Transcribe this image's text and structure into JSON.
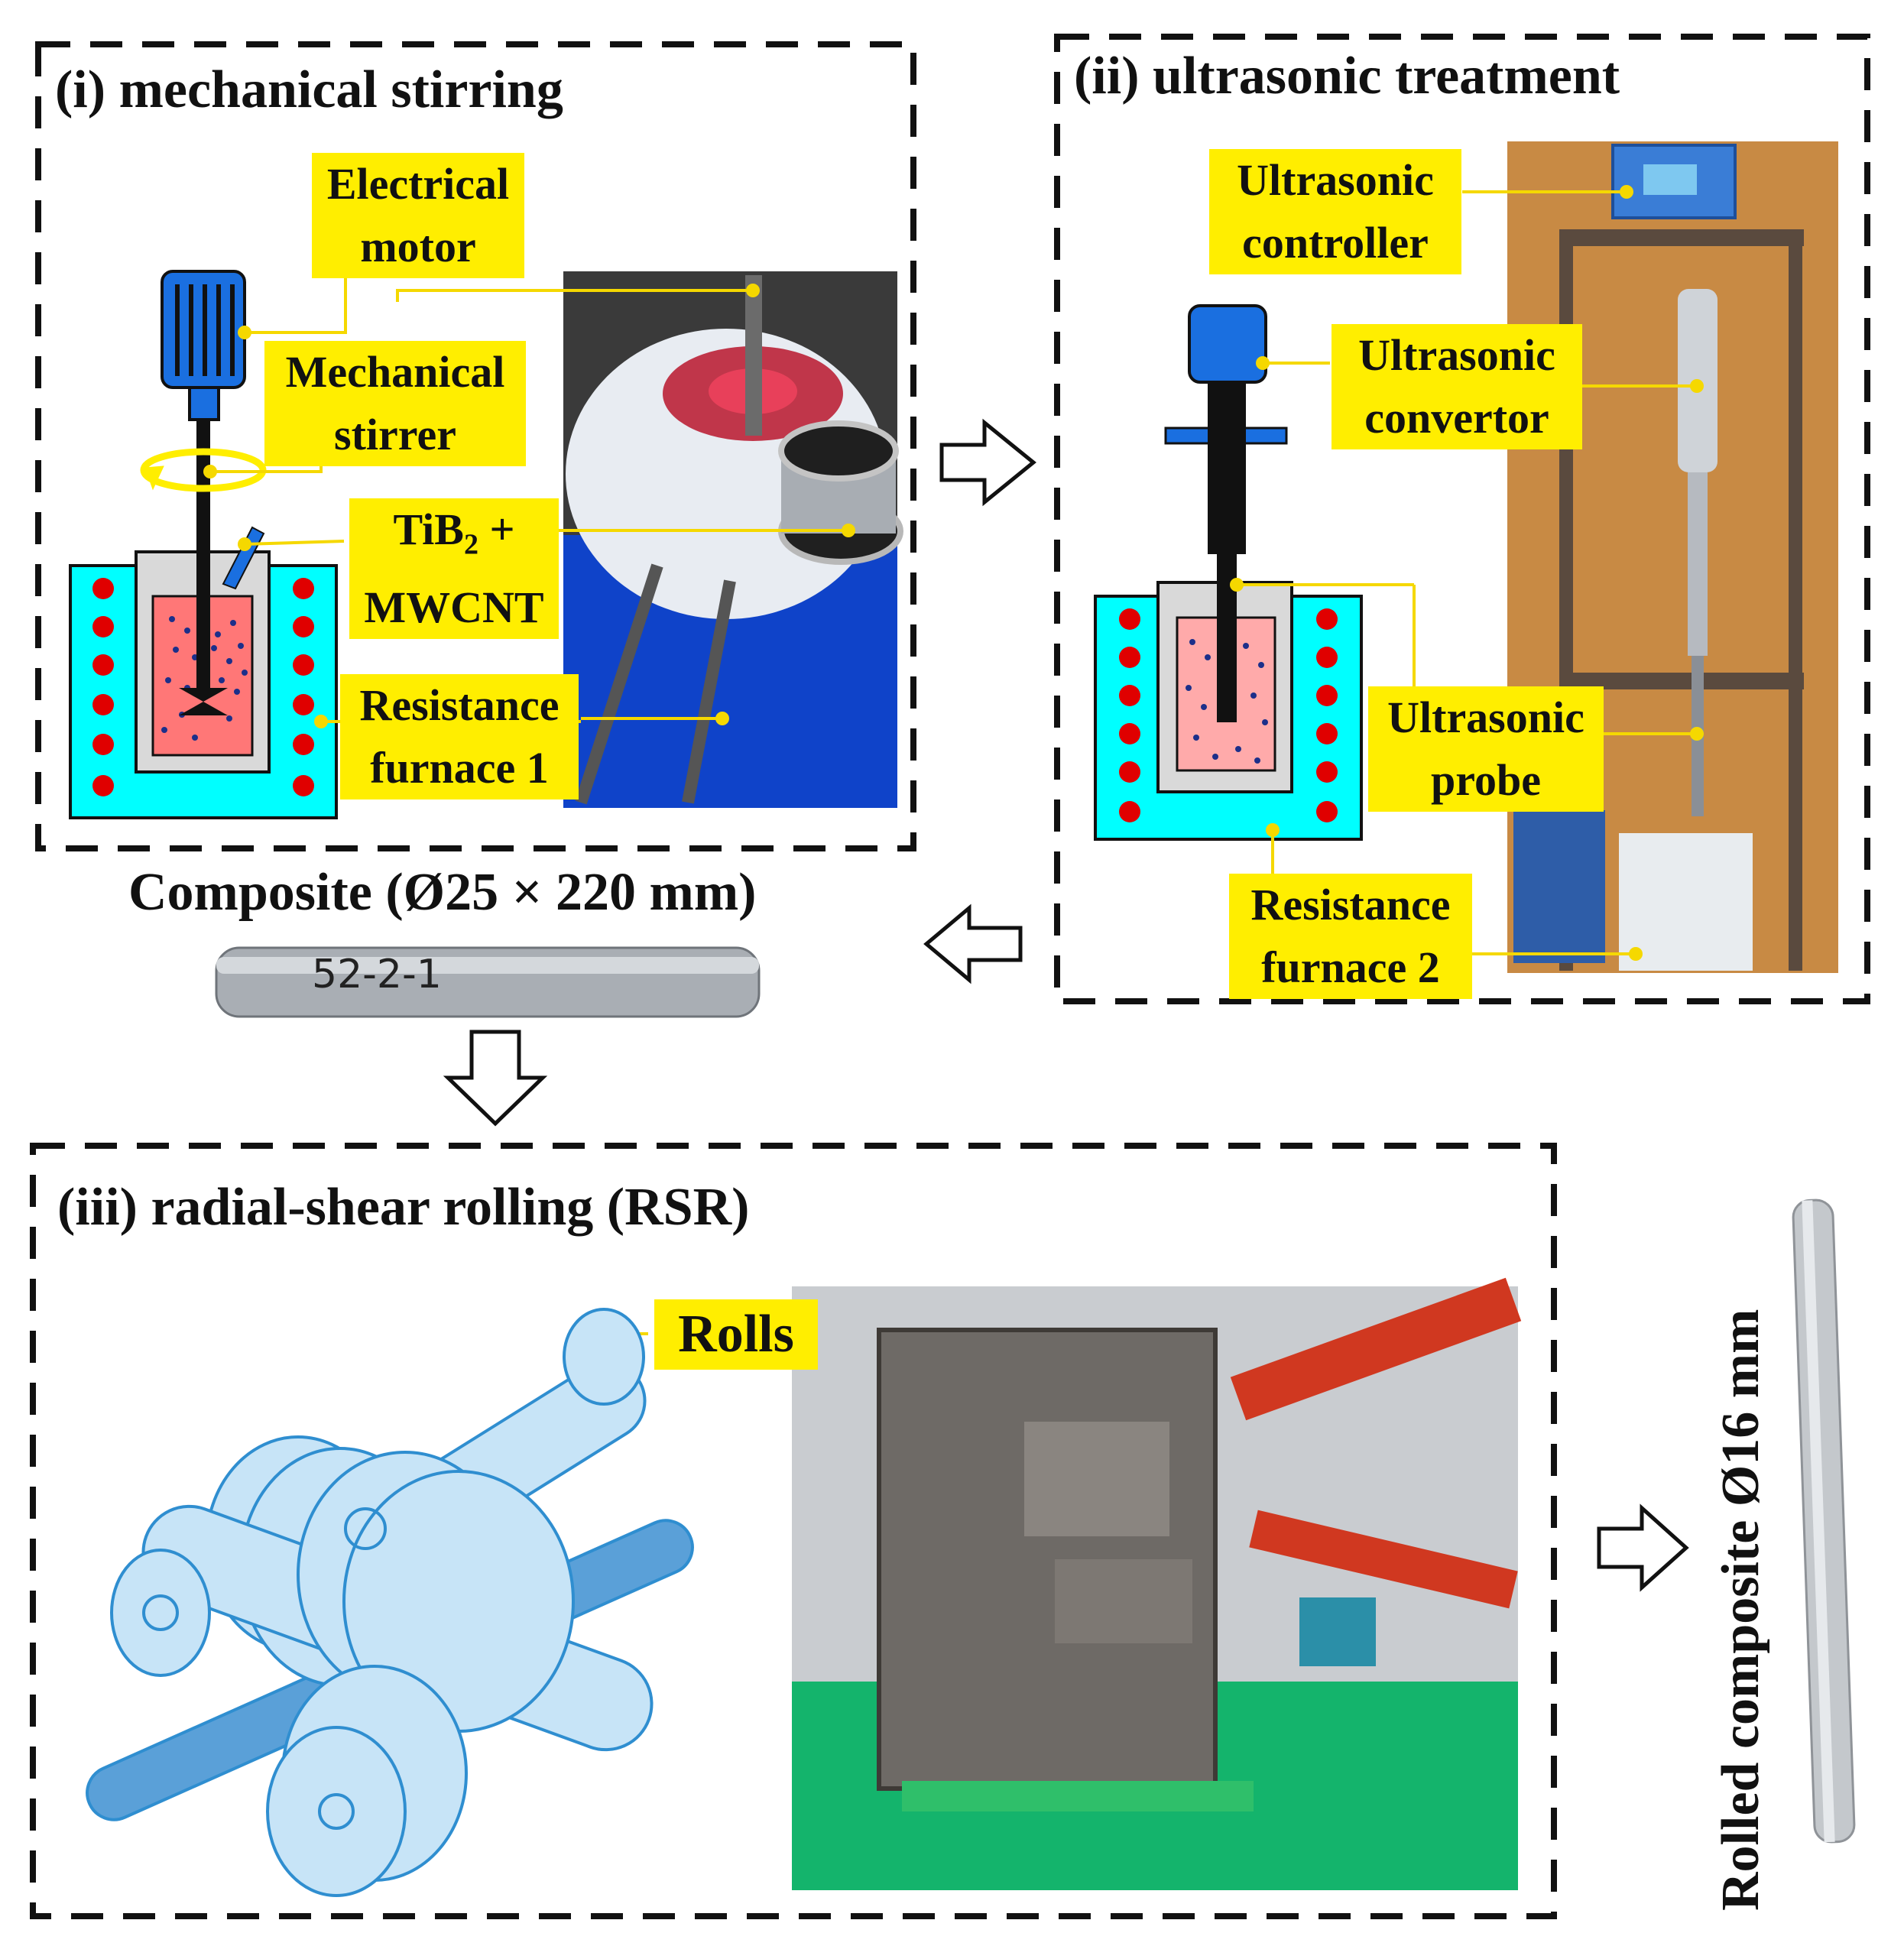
{
  "sections": {
    "stirring": {
      "title": "(i) mechanical stirring"
    },
    "ultrasonic": {
      "title": "(ii) ultrasonic treatment"
    },
    "rolling": {
      "title": "(iii) radial-shear rolling (RSR)"
    }
  },
  "labels": {
    "electrical_motor": [
      "Electrical",
      "motor"
    ],
    "mechanical_stirrer": [
      "Mechanical",
      "stirrer"
    ],
    "additive_base": "TiB",
    "additive_sub": "2",
    "additive_tail": " +",
    "additive_second": "MWCNT",
    "resistance_furnace_1": [
      "Resistance",
      "furnace 1"
    ],
    "ultrasonic_controller": [
      "Ultrasonic",
      "controller"
    ],
    "ultrasonic_convertor": [
      "Ultrasonic",
      "convertor"
    ],
    "ultrasonic_probe": [
      "Ultrasonic",
      "probe"
    ],
    "resistance_furnace_2": [
      "Resistance",
      "furnace 2"
    ],
    "rolls": "Rolls"
  },
  "composite_caption": "Composite (Ø25 × 220 mm)",
  "rod_marking": "52-2-1",
  "rolled_caption": "Rolled composite Ø16 mm",
  "colors": {
    "label_bg": "#ffee00",
    "leader_line": "#f5d800",
    "furnace": "#00ffff",
    "heating_element": "#e00000",
    "melt": "#ff7777",
    "motor": "#1a6fe0",
    "stir_arrow": "#ffee00",
    "rolls": "#c7e4f7",
    "roll_outline": "#2f8ed0",
    "rod": "#5aa0d8"
  }
}
